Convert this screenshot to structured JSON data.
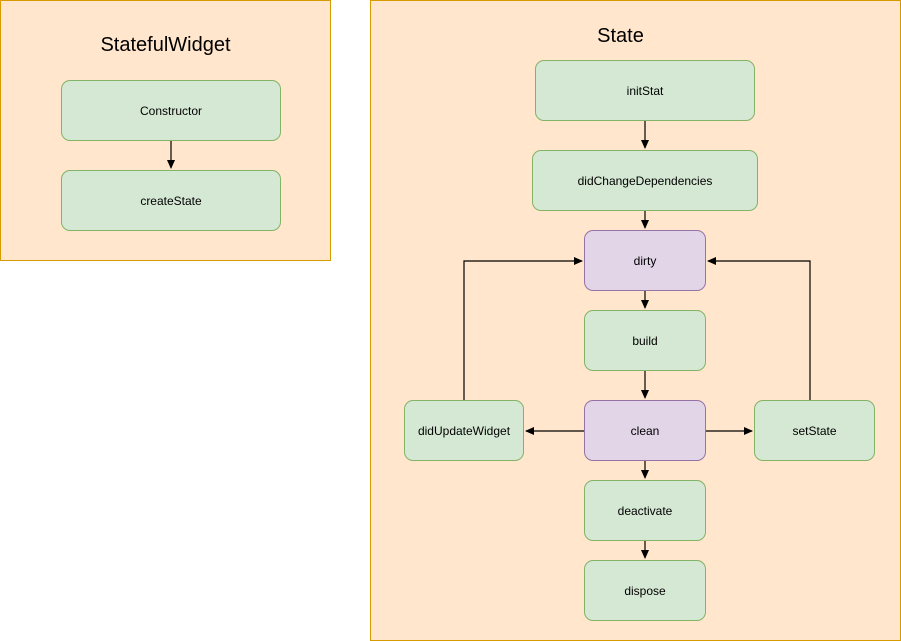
{
  "panels": {
    "widget": {
      "title": "StatefulWidget"
    },
    "state": {
      "title": "State"
    }
  },
  "nodes": {
    "constructor": "Constructor",
    "create_state": "createState",
    "init_stat": "initStat",
    "did_change_dependencies": "didChangeDependencies",
    "dirty": "dirty",
    "build": "build",
    "clean": "clean",
    "did_update_widget": "didUpdateWidget",
    "set_state": "setState",
    "deactivate": "deactivate",
    "dispose": "dispose"
  },
  "colors": {
    "panel_fill": "#ffe6cc",
    "panel_border": "#d79b00",
    "green_fill": "#d5e8d4",
    "green_border": "#82b366",
    "purple_fill": "#e1d5e7",
    "purple_border": "#9673a6"
  }
}
